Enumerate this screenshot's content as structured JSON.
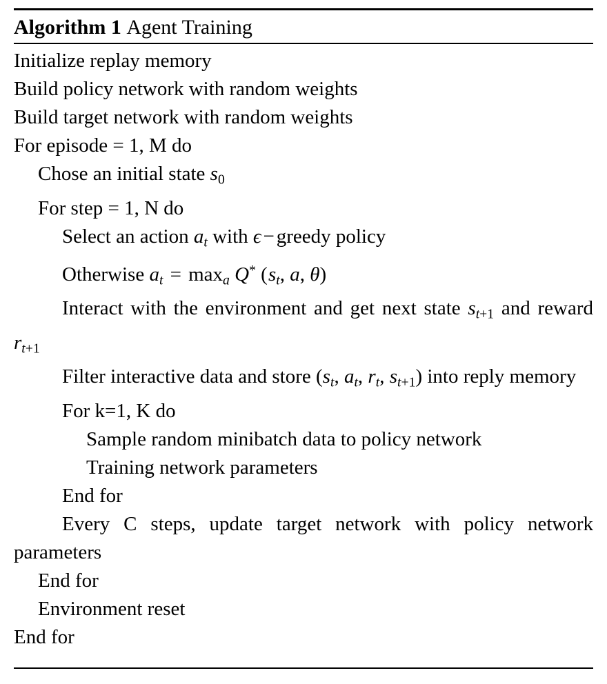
{
  "algorithm": {
    "label": "Algorithm 1",
    "name": "Agent Training",
    "lines": [
      {
        "id": "init-replay-memory",
        "indent": 0,
        "text": "Initialize replay memory"
      },
      {
        "id": "build-policy-network",
        "indent": 0,
        "text": "Build policy network with random weights"
      },
      {
        "id": "build-target-network",
        "indent": 0,
        "text": "Build target network with random weights"
      },
      {
        "id": "for-episode",
        "indent": 0,
        "text": "For episode = 1, M do"
      },
      {
        "id": "chose-initial-state",
        "indent": 1,
        "text": "Chose an initial state s0"
      },
      {
        "id": "for-step",
        "indent": 1,
        "text": "For step = 1, N do"
      },
      {
        "id": "select-action",
        "indent": 2,
        "text": "Select an action at with ϵ−greedy policy"
      },
      {
        "id": "otherwise-max-q",
        "indent": 2,
        "text": "Otherwise at = maxa Q* (st, a, θ)"
      },
      {
        "id": "interact-environment",
        "indent": 2,
        "text": "Interact with the environment and get next state st+1 and reward rt+1"
      },
      {
        "id": "filter-store-transition",
        "indent": 2,
        "text": "Filter interactive data and store (st, at, rt, st+1) into reply memory"
      },
      {
        "id": "for-k",
        "indent": 2,
        "text": "For k=1, K do"
      },
      {
        "id": "sample-minibatch",
        "indent": 3,
        "text": "Sample random minibatch data to policy network"
      },
      {
        "id": "training-network-parameters",
        "indent": 3,
        "text": "Training network parameters"
      },
      {
        "id": "end-for-k",
        "indent": 2,
        "text": "End for"
      },
      {
        "id": "update-target-network",
        "indent": 2,
        "text": "Every C steps, update target network with policy network parameters"
      },
      {
        "id": "end-for-step",
        "indent": 1,
        "text": "End for"
      },
      {
        "id": "environment-reset",
        "indent": 1,
        "text": "Environment reset"
      },
      {
        "id": "end-for-episode",
        "indent": 0,
        "text": "End for"
      }
    ],
    "math_symbols": {
      "epsilon": "ϵ",
      "theta": "θ",
      "minus": "−",
      "asterisk": "*"
    },
    "colors": {
      "text": "#000000",
      "background": "#ffffff",
      "rule": "#000000"
    }
  }
}
